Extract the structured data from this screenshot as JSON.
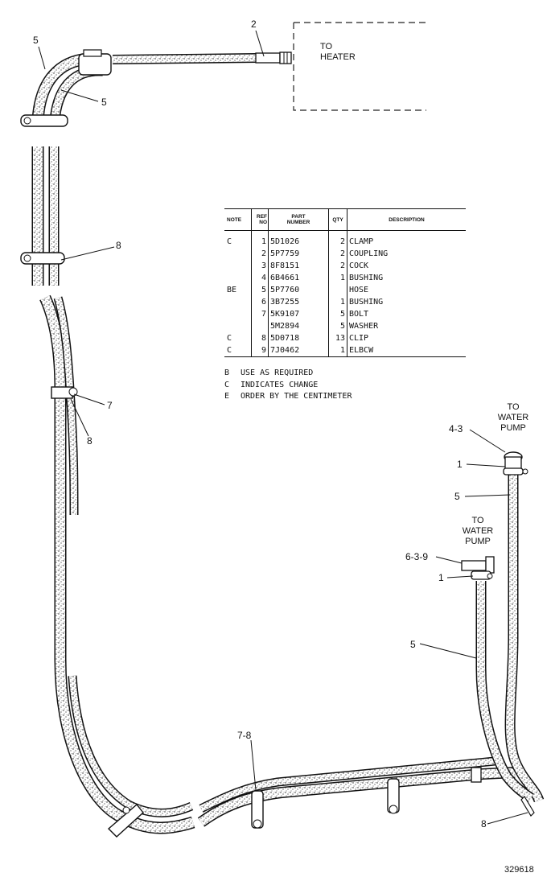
{
  "diagram": {
    "heater_label": [
      "TO",
      "HEATER"
    ],
    "pump_label_upper": [
      "TO",
      "WATER",
      "PUMP"
    ],
    "pump_label_lower": [
      "TO",
      "WATER",
      "PUMP"
    ],
    "callouts": {
      "top_2": "2",
      "top_left_5": "5",
      "top_inner_5": "5",
      "upper_8": "8",
      "mid_7": "7",
      "mid_8": "8",
      "pump_4_3": "4-3",
      "pump_1_upper": "1",
      "pump_5_upper": "5",
      "pump_6_3_9": "6-3-9",
      "pump_1_lower": "1",
      "pump_5_lower": "5",
      "bottom_7_8": "7-8",
      "bottom_8": "8"
    },
    "figure_number": "329618"
  },
  "parts_table": {
    "headers": {
      "note": "NOTE",
      "ref": [
        "REF",
        "NO"
      ],
      "part": [
        "PART",
        "NUMBER"
      ],
      "qty": "QTY",
      "description": "DESCRIPTION"
    },
    "rows": [
      {
        "note": "C",
        "ref": "1",
        "part": "5D1026",
        "qty": "2",
        "desc": "CLAMP"
      },
      {
        "note": "",
        "ref": "2",
        "part": "5P7759",
        "qty": "2",
        "desc": "COUPLING"
      },
      {
        "note": "",
        "ref": "3",
        "part": "8F8151",
        "qty": "2",
        "desc": "COCK"
      },
      {
        "note": "",
        "ref": "4",
        "part": "6B4661",
        "qty": "1",
        "desc": "BUSHING"
      },
      {
        "note": "BE",
        "ref": "5",
        "part": "5P7760",
        "qty": "",
        "desc": "HOSE"
      },
      {
        "note": "",
        "ref": "6",
        "part": "3B7255",
        "qty": "1",
        "desc": "BUSHING"
      },
      {
        "note": "",
        "ref": "7",
        "part": "5K9107",
        "qty": "5",
        "desc": "BOLT"
      },
      {
        "note": "",
        "ref": "",
        "part": "5M2894",
        "qty": "5",
        "desc": "WASHER"
      },
      {
        "note": "C",
        "ref": "8",
        "part": "5D0718",
        "qty": "13",
        "desc": "CLIP"
      },
      {
        "note": "C",
        "ref": "9",
        "part": "7J0462",
        "qty": "1",
        "desc": "ELBCW"
      }
    ]
  },
  "notes": [
    {
      "code": "B",
      "text": "USE AS REQUIRED"
    },
    {
      "code": "C",
      "text": "INDICATES CHANGE"
    },
    {
      "code": "E",
      "text": "ORDER BY THE CENTIMETER"
    }
  ]
}
